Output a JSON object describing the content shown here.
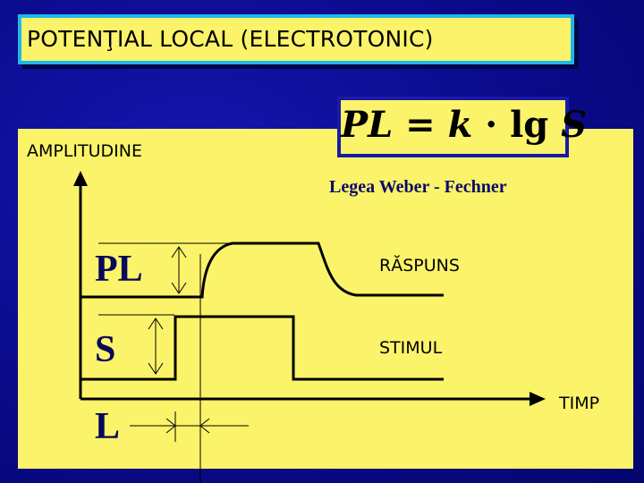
{
  "slide": {
    "title": "POTENŢIAL LOCAL (ELECTROTONIC)",
    "formula": {
      "lhs": "PL",
      "eq": " = ",
      "k": "k",
      "dot": " · ",
      "fn": "lg ",
      "var": "S"
    },
    "law_name": "Legea Weber - Fechner",
    "axis_y_label": "AMPLITUDINE",
    "axis_x_label": "TIMP",
    "curves": {
      "response_label": "RĂSPUNS",
      "stimulus_label": "STIMUL"
    },
    "dimension_labels": {
      "pl": "PL",
      "s": "S",
      "l": "L"
    }
  },
  "colors": {
    "background": "#0c0c8e",
    "panel": "#fbf36a",
    "title_border": "#1fb8e8",
    "formula_border": "#1a1aa6",
    "curve": "#000000"
  }
}
